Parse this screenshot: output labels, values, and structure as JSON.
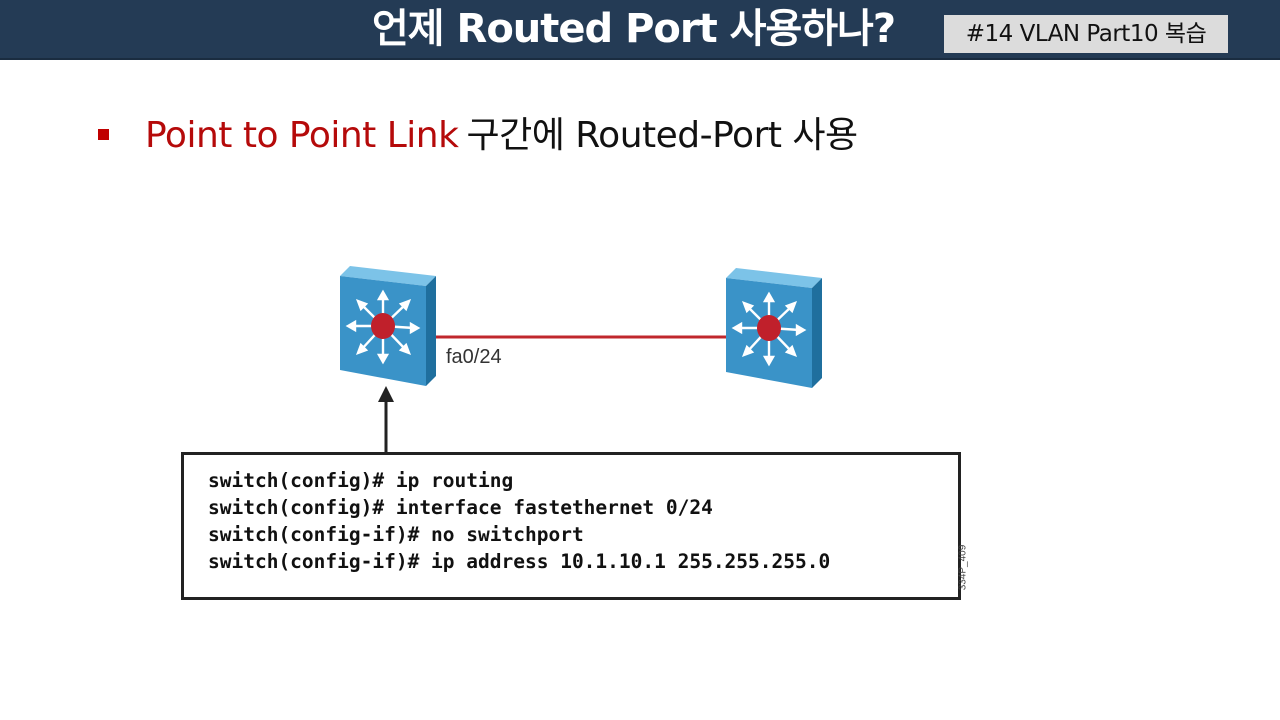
{
  "header": {
    "title": "언제 Routed Port 사용하나?",
    "badge": "#14 VLAN Part10 복습"
  },
  "bullet": {
    "highlight": "Point to Point Link",
    "rest": "구간에  Routed-Port 사용"
  },
  "diagram": {
    "link_label": "fa0/24",
    "figure_code": "334P_409",
    "icons": [
      "multilayer-switch-icon",
      "multilayer-switch-icon",
      "up-arrow-icon"
    ],
    "colors": {
      "link": "#c0272d",
      "switch_front": "#3a93c8",
      "switch_top": "#7cc3e8",
      "switch_side": "#1f6f9e",
      "hub": "#c0202b"
    }
  },
  "cli": {
    "lines": [
      "switch(config)# ip routing",
      "switch(config)# interface fastethernet 0/24",
      "switch(config-if)# no switchport",
      "switch(config-if)# ip address 10.1.10.1 255.255.255.0"
    ]
  }
}
